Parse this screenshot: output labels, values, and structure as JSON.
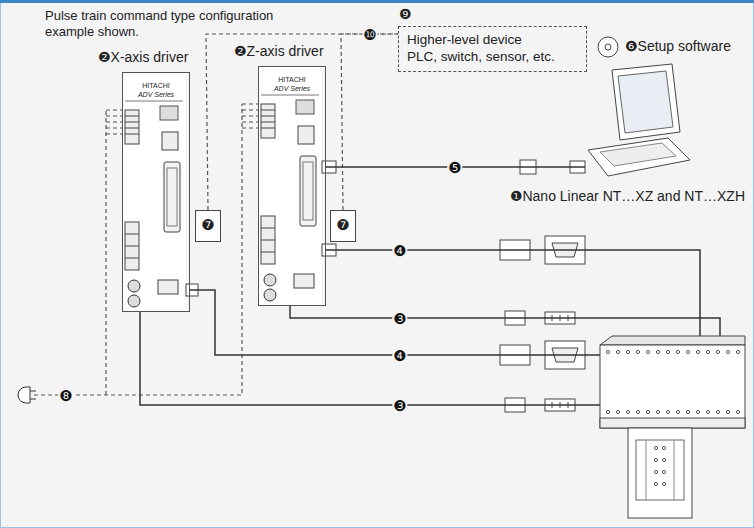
{
  "diagram": {
    "nodes": [
      {
        "text": [
          "❾",
          "Higher-level device",
          "PLC, switch, sensor, etc."
        ]
      },
      {
        "text": [
          "❷X-axis driver",
          "HITACHI",
          "ADV Series"
        ]
      },
      {
        "text": [
          "❼"
        ]
      },
      {
        "text": [
          "❷Z-axis driver",
          "HITACHI",
          "ADV Series"
        ]
      },
      {
        "text": [
          "❼"
        ]
      },
      {
        "text": [
          "❻Setup software"
        ]
      },
      {
        "text": [
          "❶Nano Linear NT…XZ and NT…XZH"
        ]
      }
    ],
    "edges": [
      {
        "from": 2,
        "to": 0,
        "arrow": "none",
        "label": "❿"
      },
      {
        "from": 4,
        "to": 0,
        "arrow": "none"
      },
      {
        "from": 3,
        "to": 5,
        "arrow": "none",
        "label": "❺"
      },
      {
        "from": 3,
        "to": 6,
        "arrow": "none",
        "label": "❹"
      },
      {
        "from": 3,
        "to": 6,
        "arrow": "none",
        "label": "❸"
      },
      {
        "from": 1,
        "to": 6,
        "arrow": "none",
        "label": "❹"
      },
      {
        "from": 1,
        "to": 6,
        "arrow": "none",
        "label": "❸"
      }
    ],
    "labels": [
      "Pulse train command type configuration example shown.",
      "❽"
    ]
  }
}
